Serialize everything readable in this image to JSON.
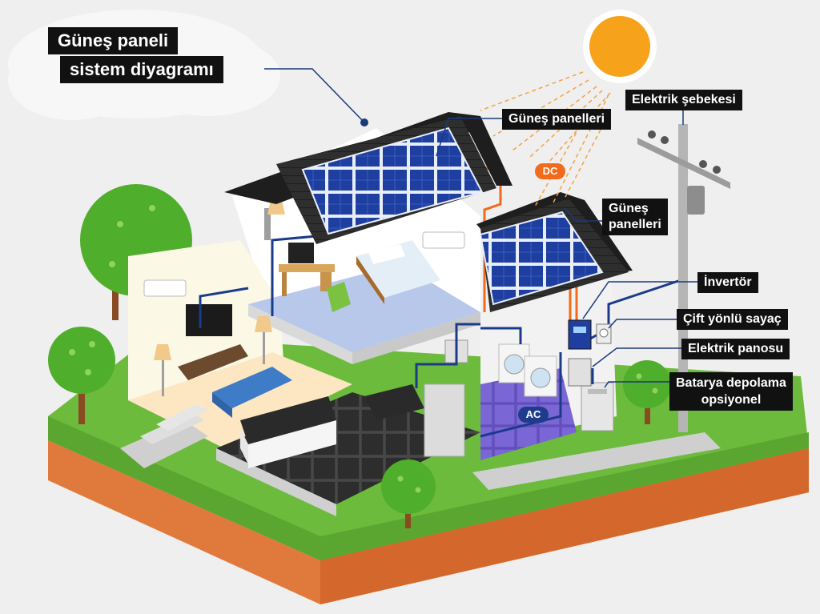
{
  "title": {
    "line1": "Güneş paneli",
    "line2": "sistem diyagramı"
  },
  "labels": {
    "grid": "Elektrik şebekesi",
    "panels_main": "Güneş panelleri",
    "panels_small_1": "Güneş",
    "panels_small_2": "panelleri",
    "inverter": "İnvertör",
    "meter": "Çift yönlü sayaç",
    "panel_board": "Elektrik panosu",
    "battery_1": "Batarya depolama",
    "battery_2": "opsiyonel"
  },
  "badges": {
    "dc": "DC",
    "ac": "AC"
  },
  "colors": {
    "label_bg": "#111111",
    "label_text": "#ffffff",
    "leader_line": "#1a3a7a",
    "dc_badge": "#f26a1b",
    "ac_badge": "#1f3c8c",
    "sun": "#f7a21b",
    "sun_ray": "#f2a341",
    "grass": "#6bbb3a",
    "soil": "#e2793a",
    "roof": "#2b2b2b",
    "solar_cell": "#1f3fa0"
  },
  "icons": [
    "sun-icon",
    "solar-panel-icon",
    "inverter-icon",
    "meter-icon",
    "breaker-box-icon",
    "battery-icon",
    "utility-pole-icon",
    "tree-icon",
    "tv-icon",
    "sofa-icon",
    "bed-icon",
    "washing-machine-icon",
    "refrigerator-icon",
    "air-conditioner-icon"
  ]
}
